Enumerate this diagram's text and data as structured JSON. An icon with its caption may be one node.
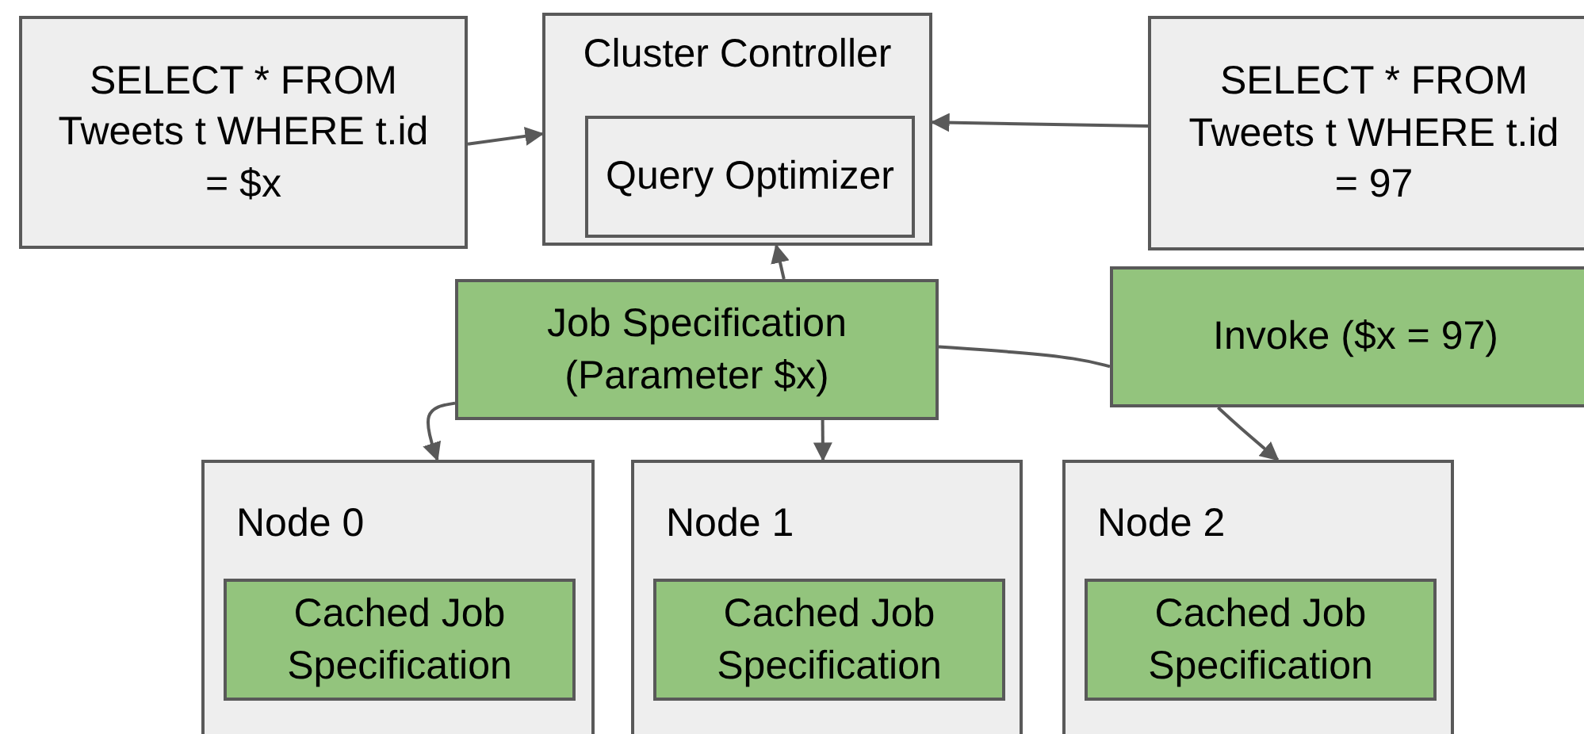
{
  "diagram": {
    "nodes": [
      {
        "text": [
          "SELECT * FROM Tweets t WHERE t.id = $x"
        ]
      },
      {
        "text": [
          "Cluster Controller"
        ]
      },
      {
        "text": [
          "Query Optimizer"
        ],
        "in": 1
      },
      {
        "text": [
          "SELECT * FROM Tweets t WHERE t.id = 97"
        ]
      },
      {
        "text": [
          "Job Specification (Parameter $x)"
        ]
      },
      {
        "text": [
          "Invoke ($x = 97)"
        ]
      },
      {
        "text": [
          "Node 0"
        ]
      },
      {
        "text": [
          "Cached Job Specification"
        ],
        "in": 6
      },
      {
        "text": [
          "Node 1"
        ]
      },
      {
        "text": [
          "Cached Job Specification"
        ],
        "in": 8
      },
      {
        "text": [
          "Node 2"
        ]
      },
      {
        "text": [
          "Cached Job Specification"
        ],
        "in": 10
      }
    ],
    "edges": [
      {
        "from": 0,
        "to": 1,
        "arrow": "to"
      },
      {
        "from": 3,
        "to": 1,
        "arrow": "to"
      },
      {
        "from": 4,
        "to": 1,
        "arrow": "to"
      },
      {
        "from": 4,
        "to": 5,
        "arrow": "none"
      },
      {
        "from": 4,
        "to": 6,
        "arrow": "to"
      },
      {
        "from": 4,
        "to": 8,
        "arrow": "to"
      },
      {
        "from": 5,
        "to": 10,
        "arrow": "to"
      }
    ]
  }
}
